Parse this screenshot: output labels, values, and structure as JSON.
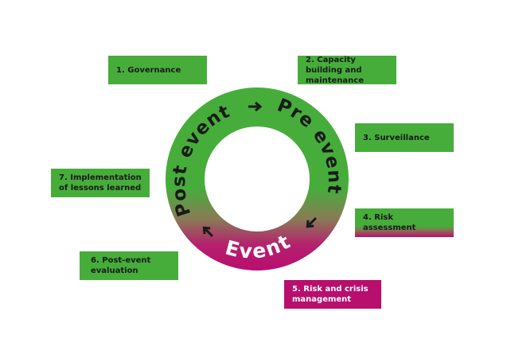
{
  "colors": {
    "green": "#46ad3b",
    "magenta": "#b80e6e",
    "ring_text": "#1a1a1a",
    "event_text": "#ffffff"
  },
  "cycle": {
    "phases": {
      "pre": "Pre event",
      "post": "Post event",
      "event": "Event"
    }
  },
  "steps": [
    {
      "label": "1. Governance",
      "color": "green"
    },
    {
      "label": "2. Capacity building and maintenance",
      "color": "green"
    },
    {
      "label": "3. Surveillance",
      "color": "green"
    },
    {
      "label": "4. Risk assessment",
      "color": "green-to-magenta"
    },
    {
      "label": "5. Risk and crisis management",
      "color": "magenta"
    },
    {
      "label": "6. Post-event evaluation",
      "color": "green"
    },
    {
      "label": "7. Implementation of lessons learned",
      "color": "green"
    }
  ],
  "icons": [
    "arrow-right-icon",
    "arrow-down-left-icon",
    "arrow-up-left-icon"
  ]
}
